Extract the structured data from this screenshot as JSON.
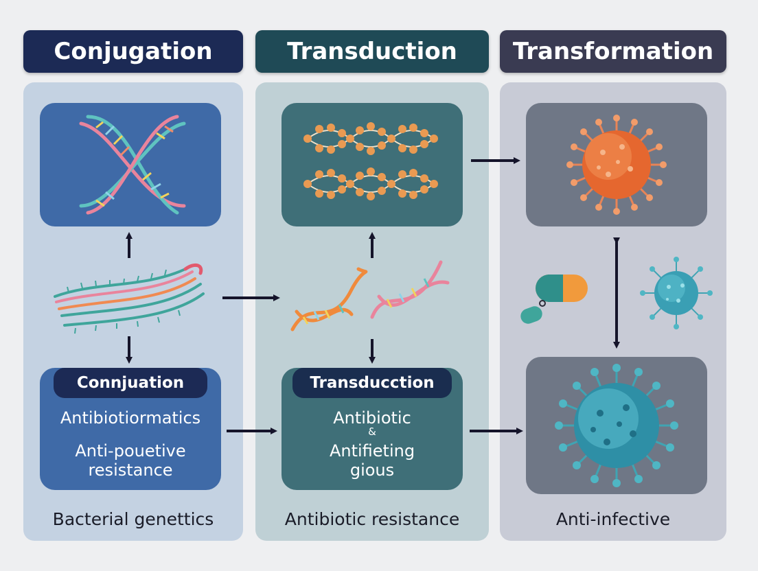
{
  "headers": [
    "Conjugation",
    "Transduction",
    "Transformation"
  ],
  "panels": {
    "conjugation": {
      "pill": "Connjuation",
      "lines": [
        "Antibiotiormatics",
        "Anti-pouetive",
        "resistance"
      ],
      "footer": "Bacterial genettics"
    },
    "transduction": {
      "pill": "Transducction",
      "lines": [
        "Antibiotic",
        "&",
        "Antifieting",
        "gious"
      ],
      "footer": "Antibiotic resistance"
    },
    "transformation": {
      "footer": "Anti-infective"
    }
  },
  "colors": {
    "page_bg": "#eeeff1",
    "header_conjugation": "#1c2a55",
    "header_transduction": "#1f4a56",
    "header_transformation": "#3a3b52",
    "column_blue": "#c4d2e2",
    "column_teal": "#bfd0d5",
    "column_gray": "#c8cbd6",
    "tile_blue": "#3f6aa7",
    "tile_teal": "#3f6f78",
    "tile_gray": "#6f7786",
    "arrow": "#15142a"
  },
  "icons": [
    "dna-double-helix-icon",
    "bacterial-strands-icon",
    "plasmid-beads-icon",
    "virus-orange-icon",
    "virus-blue-icon",
    "capsule-pill-icon"
  ]
}
